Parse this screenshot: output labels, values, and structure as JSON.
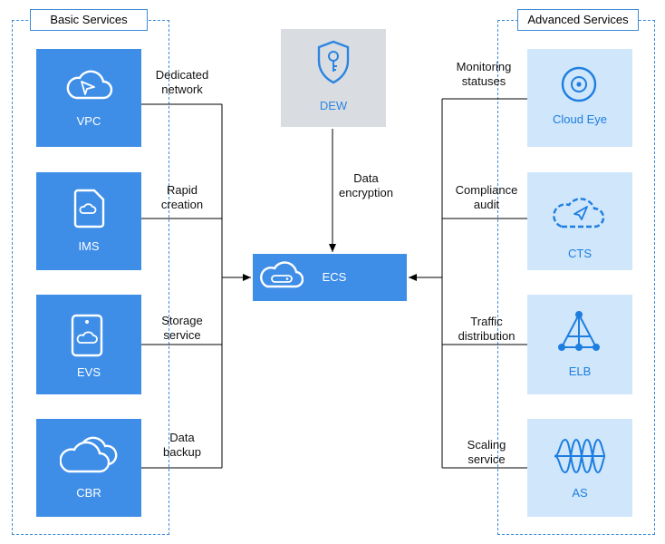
{
  "basic_group": {
    "title": "Basic Services"
  },
  "advanced_group": {
    "title": "Advanced Services"
  },
  "center": {
    "label": "ECS",
    "icon": "server-cloud-icon"
  },
  "dew": {
    "label": "DEW",
    "icon": "shield-key-icon",
    "connection": [
      "Data",
      "encryption"
    ]
  },
  "basic_services": [
    {
      "label": "VPC",
      "icon": "cloud-navigation-icon",
      "connection": [
        "Dedicated",
        "network"
      ]
    },
    {
      "label": "IMS",
      "icon": "image-file-icon",
      "connection": [
        "Rapid",
        "creation"
      ]
    },
    {
      "label": "EVS",
      "icon": "storage-disk-icon",
      "connection": [
        "Storage",
        "service"
      ]
    },
    {
      "label": "CBR",
      "icon": "cloud-backup-icon",
      "connection": [
        "Data",
        "backup"
      ]
    }
  ],
  "advanced_services": [
    {
      "label": "Cloud Eye",
      "icon": "eye-icon",
      "connection": [
        "Monitoring",
        "statuses"
      ]
    },
    {
      "label": "CTS",
      "icon": "cloud-trace-icon",
      "connection": [
        "Compliance",
        "audit"
      ]
    },
    {
      "label": "ELB",
      "icon": "load-balancer-icon",
      "connection": [
        "Traffic",
        "distribution"
      ]
    },
    {
      "label": "AS",
      "icon": "scaling-wave-icon",
      "connection": [
        "Scaling",
        "service"
      ]
    }
  ],
  "colors": {
    "basic": "#3e8ee8",
    "advanced": "#cfe6fb",
    "advanced_text": "#1e7ee0",
    "dew": "#d9dde2",
    "border": "#3e8ad6"
  }
}
